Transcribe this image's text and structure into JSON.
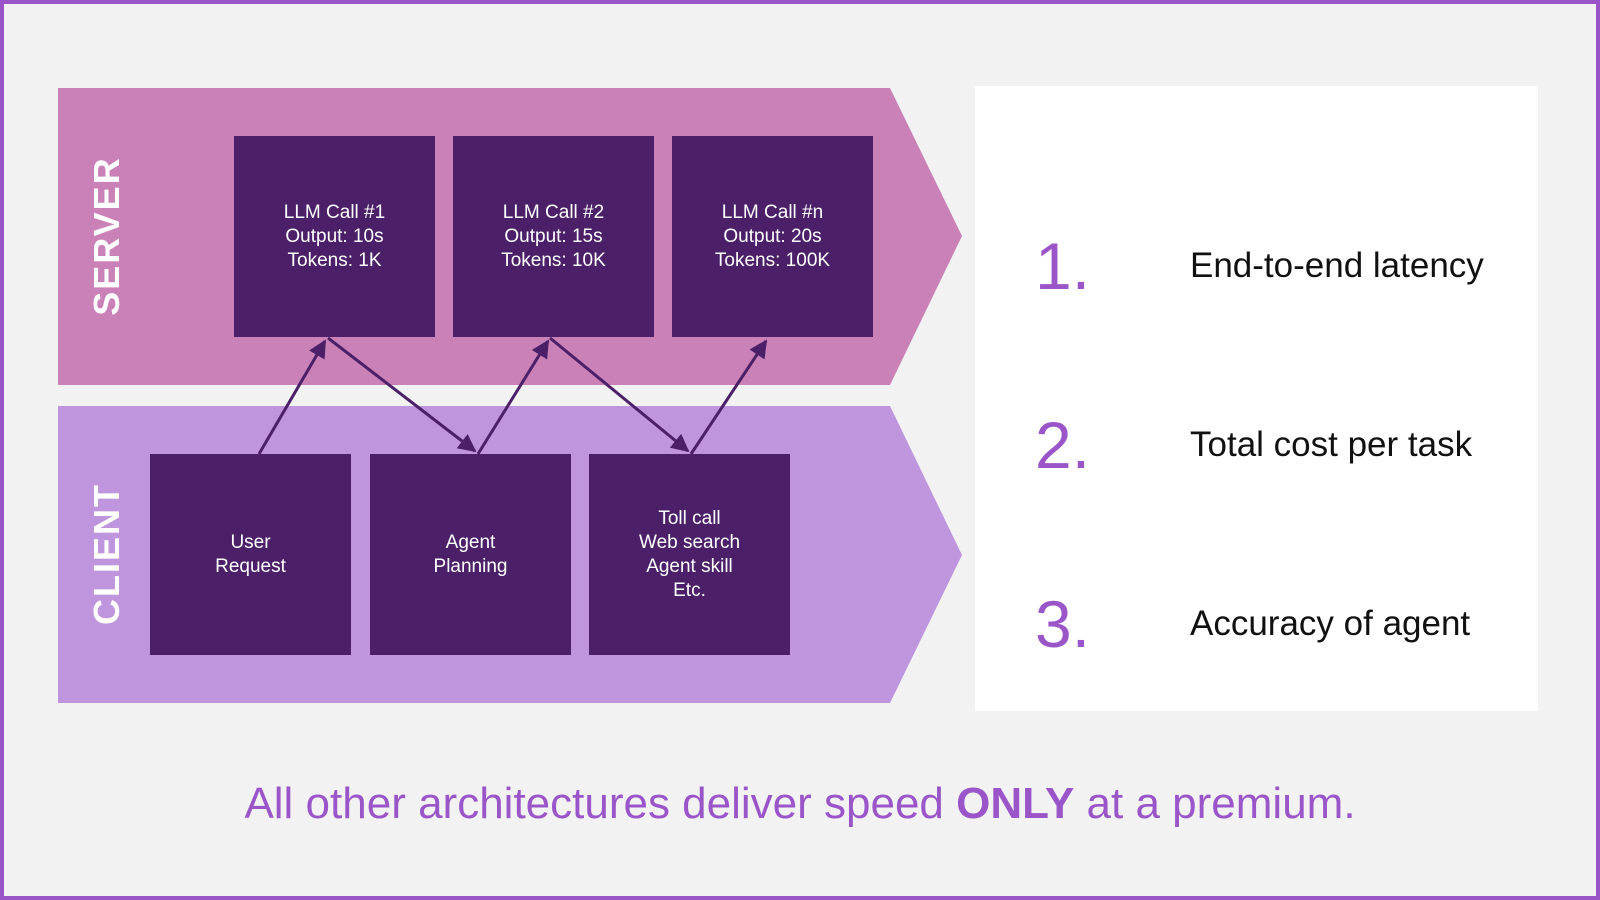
{
  "colors": {
    "accent": "#9a56c8",
    "server_band": "#c981b7",
    "client_band": "#bf95dd",
    "node": "#4b2068",
    "background": "#f2f2f2"
  },
  "diagram": {
    "server_label": "SERVER",
    "client_label": "CLIENT",
    "server_nodes": [
      {
        "lines": [
          "LLM Call #1",
          "Output: 10s",
          "Tokens: 1K"
        ]
      },
      {
        "lines": [
          "LLM Call #2",
          "Output: 15s",
          "Tokens: 10K"
        ]
      },
      {
        "lines": [
          "LLM Call #n",
          "Output: 20s",
          "Tokens: 100K"
        ]
      }
    ],
    "client_nodes": [
      {
        "lines": [
          "User",
          "Request"
        ]
      },
      {
        "lines": [
          "Agent",
          "Planning"
        ]
      },
      {
        "lines": [
          "Toll call",
          "Web search",
          "Agent skill",
          "Etc."
        ]
      }
    ]
  },
  "metrics": [
    {
      "number": "1.",
      "text": "End-to-end latency"
    },
    {
      "number": "2.",
      "text": "Total cost per task"
    },
    {
      "number": "3.",
      "text": "Accuracy of agent"
    }
  ],
  "footer": {
    "before": "All other architectures deliver speed ",
    "emphasis": "ONLY",
    "after": " at a premium."
  }
}
